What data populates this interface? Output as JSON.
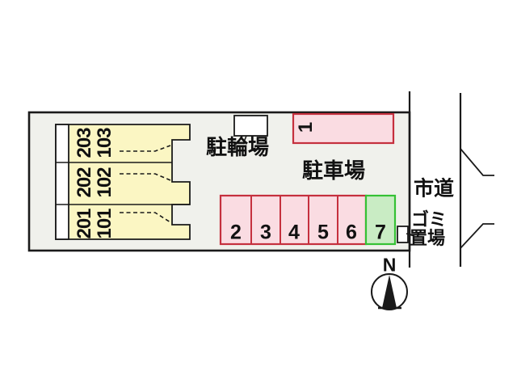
{
  "title": "apartment-site-plan",
  "building": {
    "units": [
      {
        "upper": "203",
        "lower": "103"
      },
      {
        "upper": "202",
        "lower": "102"
      },
      {
        "upper": "201",
        "lower": "101"
      }
    ]
  },
  "labels": {
    "bicycle_parking": "駐輪場",
    "parking_lot": "駐車場",
    "city_road": "市道",
    "garbage_line1": "ゴミ",
    "garbage_line2": "置場",
    "compass_north": "N"
  },
  "parking": {
    "spaces": [
      {
        "number": "1",
        "color": "pink"
      },
      {
        "number": "2",
        "color": "pink"
      },
      {
        "number": "3",
        "color": "pink"
      },
      {
        "number": "4",
        "color": "pink"
      },
      {
        "number": "5",
        "color": "pink"
      },
      {
        "number": "6",
        "color": "pink"
      },
      {
        "number": "7",
        "color": "green"
      }
    ]
  },
  "colors": {
    "ground": "#f0f1ec",
    "building-yellow": "#fbf6c3",
    "space-pink": "#fadce2",
    "space-red": "#c5303e",
    "space-green-fill": "#c9ecc4",
    "space-green-border": "#35c135",
    "line-black": "#1a1a1a"
  }
}
